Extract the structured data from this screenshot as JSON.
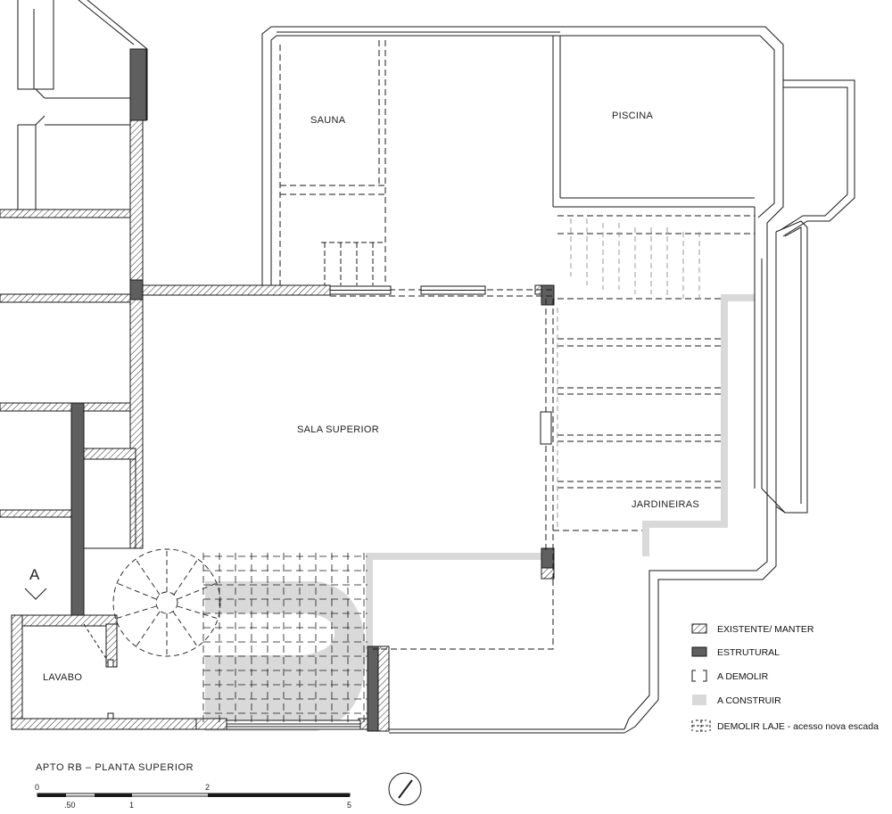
{
  "rooms": {
    "sauna": "SAUNA",
    "piscina": "PISCINA",
    "sala_superior": "SALA SUPERIOR",
    "jardineiras": "JARDINEIRAS",
    "lavabo": "LAVABO"
  },
  "section_marker": "A",
  "legend": {
    "items": [
      {
        "key": "existente",
        "label": "EXISTENTE/ MANTER"
      },
      {
        "key": "estrutural",
        "label": "ESTRUTURAL"
      },
      {
        "key": "demolir",
        "label": "A DEMOLIR"
      },
      {
        "key": "construir",
        "label": "A CONSTRUIR"
      },
      {
        "key": "demolir_laje",
        "label": "DEMOLIR LAJE - acesso nova escada"
      }
    ]
  },
  "drawing_title": "APTO RB – PLANTA SUPERIOR",
  "scale_bar": {
    "labels": [
      "0",
      ".50",
      "1",
      "2",
      "5"
    ]
  },
  "colors": {
    "structural": "#5f5f5f",
    "construct": "#d9d9d9",
    "line": "#1a1a1a"
  }
}
